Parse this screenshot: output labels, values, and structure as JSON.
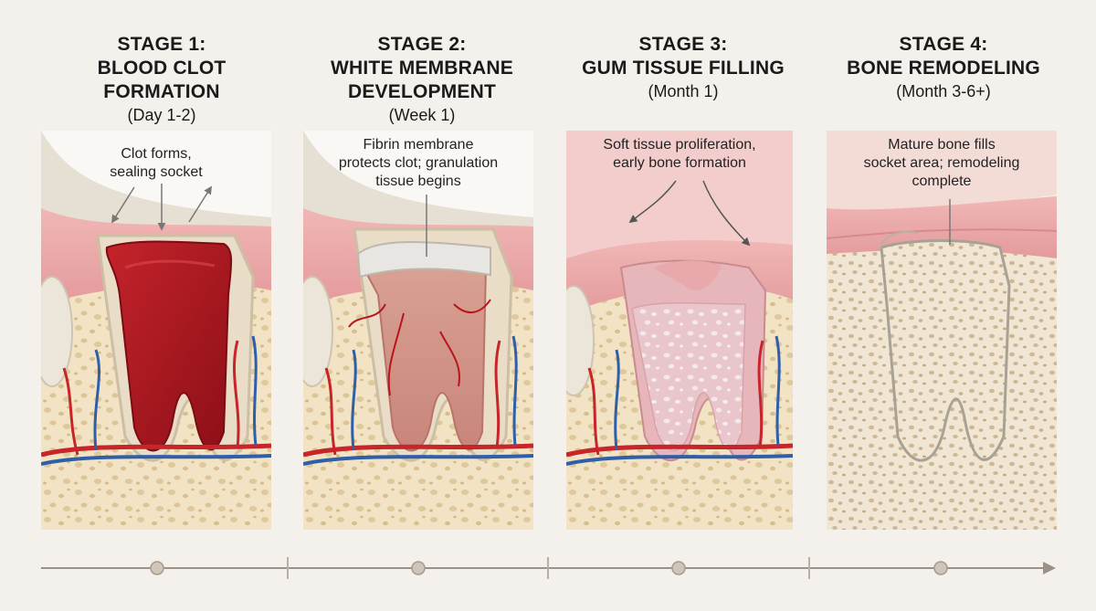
{
  "stages": [
    {
      "title_line1": "STAGE 1:",
      "title_line2": "BLOOD CLOT",
      "title_line3": "FORMATION",
      "time": "(Day 1-2)",
      "note_line1": "Clot forms,",
      "note_line2": "sealing socket",
      "note_line3": ""
    },
    {
      "title_line1": "STAGE 2:",
      "title_line2": "WHITE MEMBRANE",
      "title_line3": "DEVELOPMENT",
      "time": "(Week 1)",
      "note_line1": "Fibrin membrane",
      "note_line2": "protects clot; granulation",
      "note_line3": "tissue begins"
    },
    {
      "title_line1": "STAGE 3:",
      "title_line2": "GUM TISSUE FILLING",
      "title_line3": "",
      "time": "(Month 1)",
      "note_line1": "Soft tissue proliferation,",
      "note_line2": "early bone formation",
      "note_line3": ""
    },
    {
      "title_line1": "STAGE 4:",
      "title_line2": "BONE REMODELING",
      "title_line3": "",
      "time": "(Month 3-6+)",
      "note_line1": "Mature bone fills",
      "note_line2": "socket area; remodeling",
      "note_line3": "complete"
    }
  ],
  "colors": {
    "background": "#f4f1ec",
    "gum": "#e9a6a6",
    "bone": "#f1e3c4",
    "blood_clot": "#a8141c",
    "artery": "#c8252a",
    "vein": "#2e5fa8",
    "membrane": "#e8e6e2",
    "timeline": "#9a9288"
  }
}
